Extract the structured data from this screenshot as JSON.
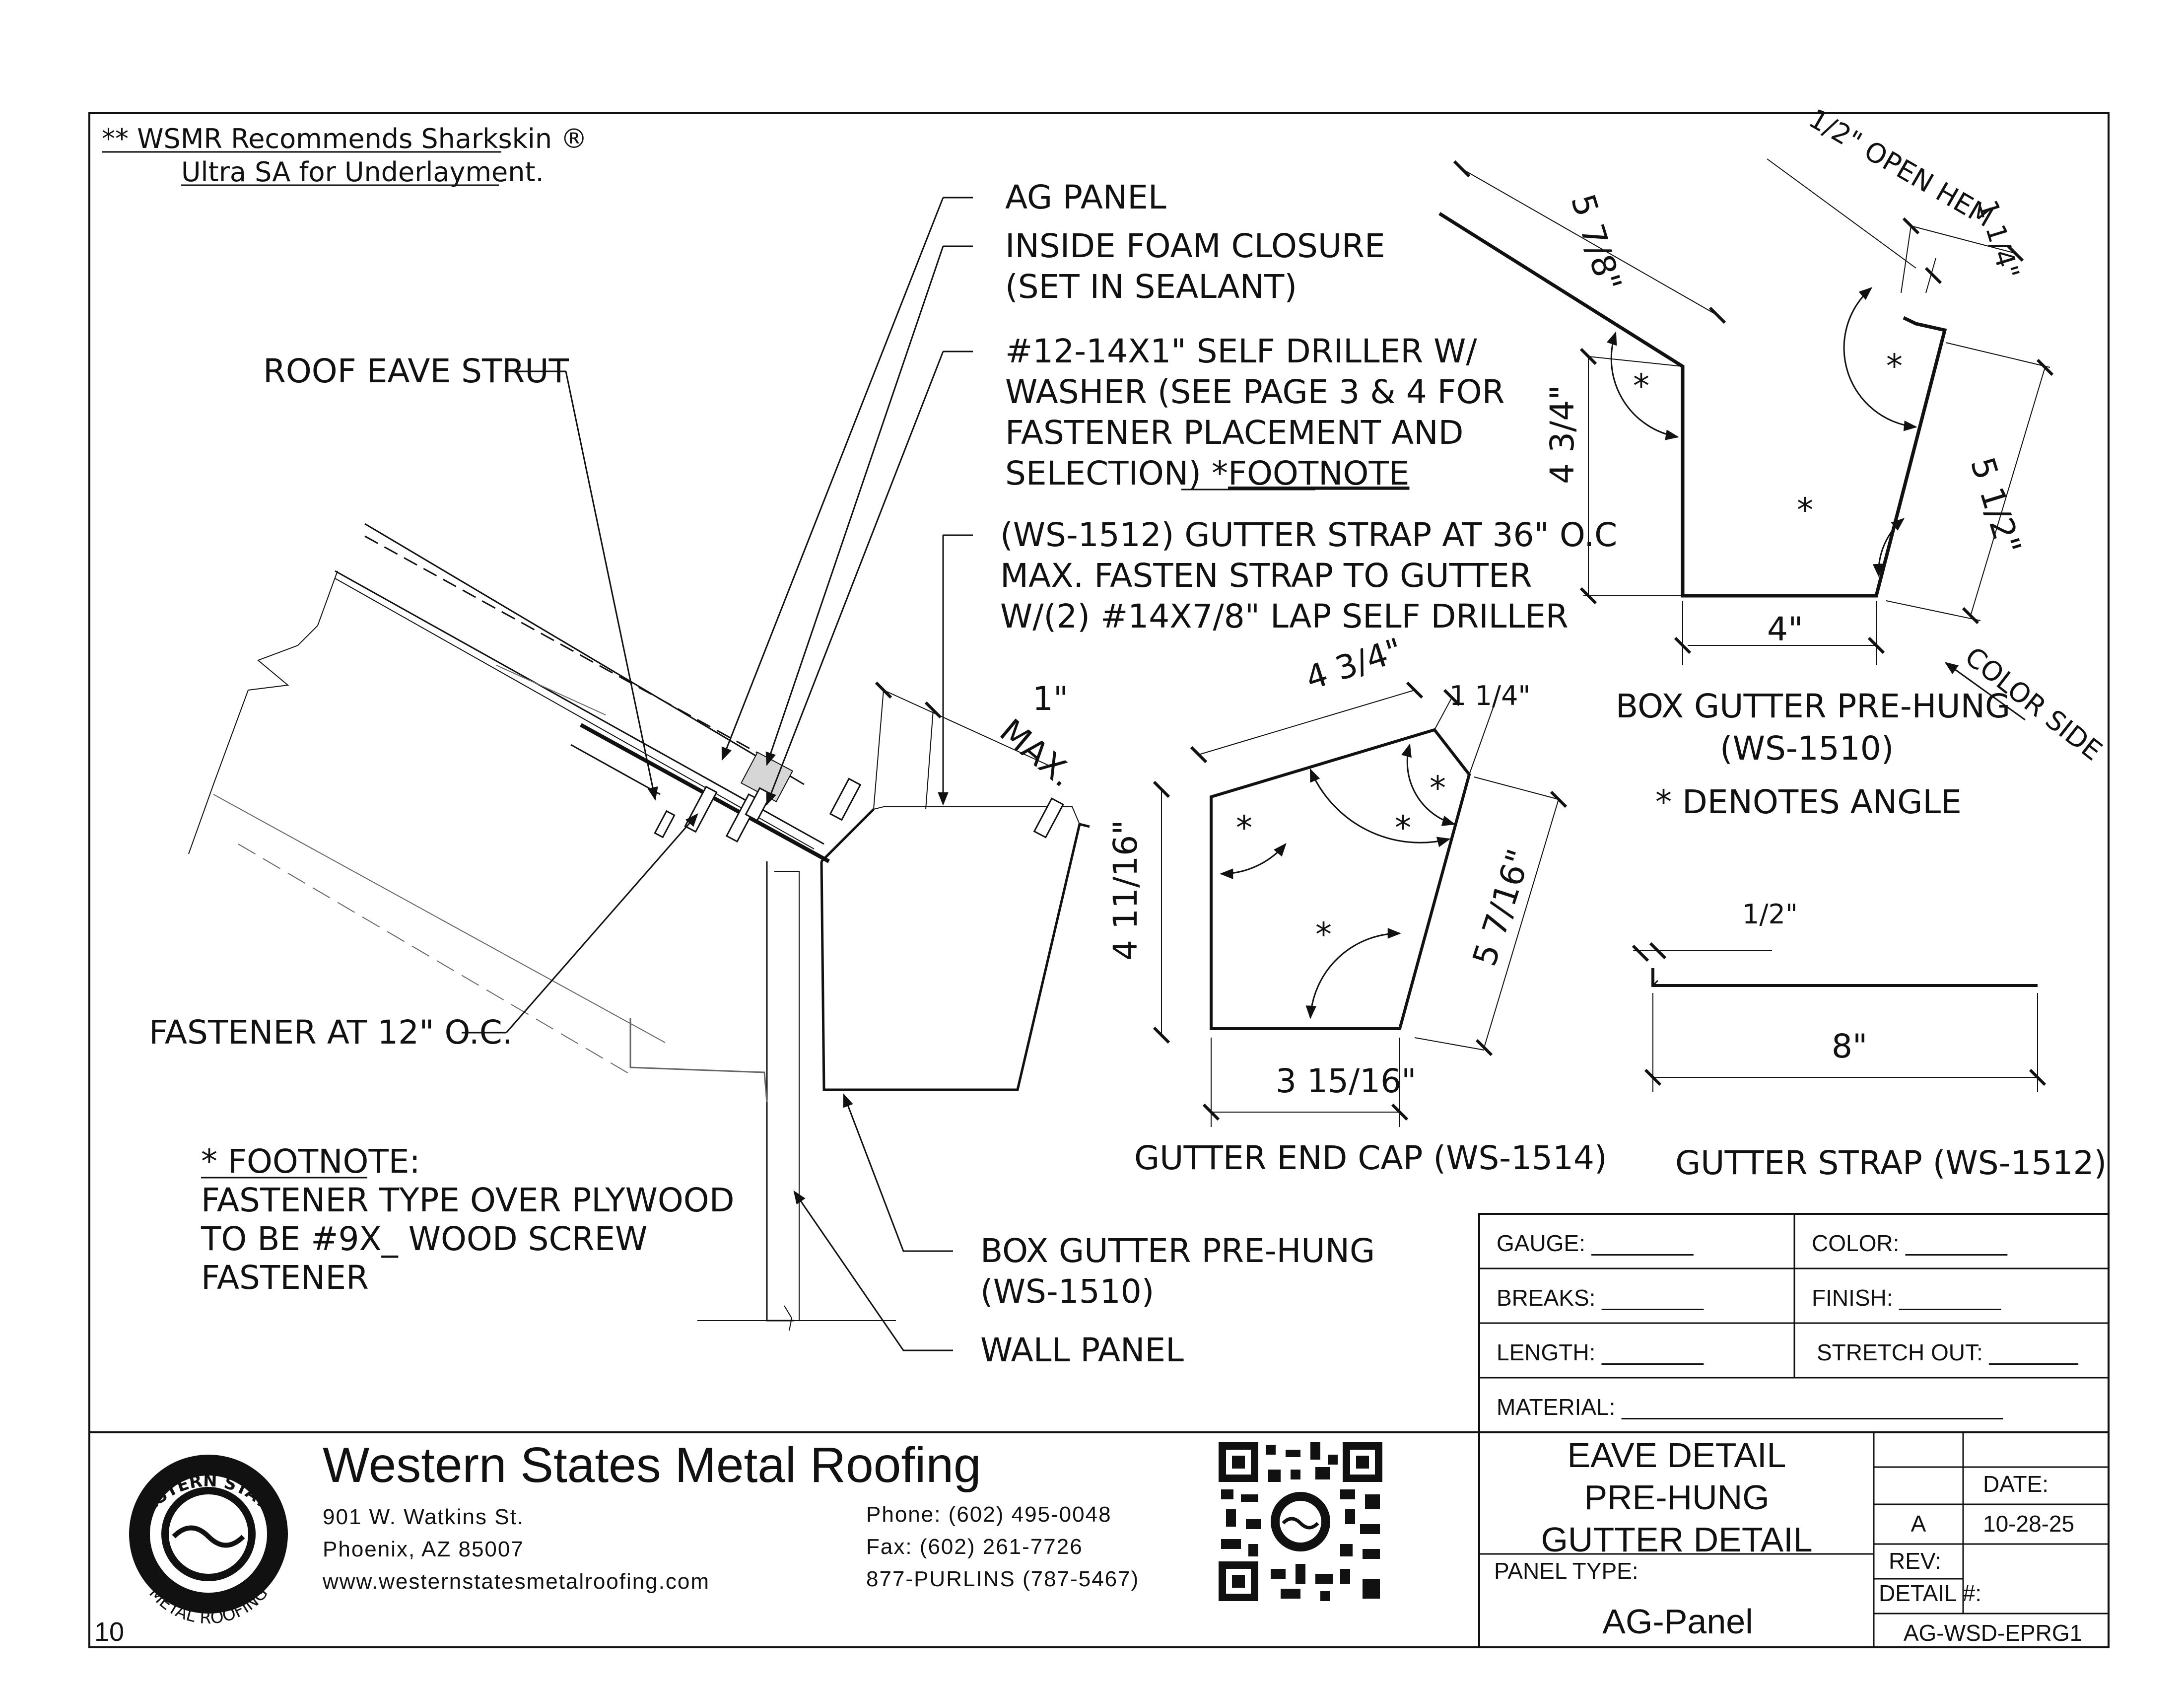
{
  "note": {
    "line1": "** WSMR Recommends Sharkskin ®",
    "line2": "Ultra SA for Underlayment."
  },
  "callouts": {
    "ag_panel": "AG PANEL",
    "foam_1": "INSIDE FOAM CLOSURE",
    "foam_2": "(SET IN SEALANT)",
    "driller_1": "#12-14X1\" SELF DRILLER W/",
    "driller_2": "WASHER (SEE PAGE 3 & 4 FOR",
    "driller_3": "FASTENER PLACEMENT AND",
    "driller_4": "SELECTION) *",
    "driller_4u": "FOOTNOTE",
    "strap_1": "(WS-1512) GUTTER STRAP AT 36\" O.C",
    "strap_2": "MAX. FASTEN STRAP TO GUTTER",
    "strap_3": "W/(2) #14X7/8\" LAP SELF DRILLER",
    "roof_strut": "ROOF EAVE STRUT",
    "fastener": "FASTENER AT 12\" O.C.",
    "box_gutter_1": "BOX GUTTER PRE-HUNG",
    "box_gutter_2": "(WS-1510)",
    "wall_panel": "WALL PANEL",
    "one_inch": "1\"",
    "max": "MAX."
  },
  "footnote": {
    "title": "* FOOTNOTE:",
    "line1": "FASTENER TYPE OVER PLYWOOD",
    "line2": "TO BE #9X_ WOOD SCREW",
    "line3": "FASTENER"
  },
  "box_gutter_detail": {
    "dim_top": "5 7/8\"",
    "open_hem": "1/2\" OPEN HEM",
    "dim_hem": "1 1/4\"",
    "dim_left": "4 3/4\"",
    "dim_right": "5 1/2\"",
    "dim_bottom": "4\"",
    "color_side": "COLOR SIDE",
    "angle": "*",
    "title_1": "BOX GUTTER PRE-HUNG",
    "title_2": "(WS-1510)",
    "legend": "* DENOTES ANGLE"
  },
  "end_cap_detail": {
    "dim_top": "4 3/4\"",
    "dim_corner": "1 1/4\"",
    "dim_left": "4 11/16\"",
    "dim_right": "5 7/16\"",
    "dim_bottom": "3 15/16\"",
    "angle": "*",
    "title": "GUTTER END CAP (WS-1514)"
  },
  "strap_detail": {
    "dim_hook": "1/2\"",
    "dim_length": "8\"",
    "title": "GUTTER STRAP (WS-1512)"
  },
  "spec_table": {
    "gauge": "GAUGE: ________",
    "color": "COLOR: ________",
    "breaks": "BREAKS: ________",
    "finish": "FINISH: ________",
    "length": "LENGTH: ________",
    "stretch_out": "STRETCH OUT: _______",
    "material": "MATERIAL: ______________________________"
  },
  "company": {
    "name": "Western States Metal Roofing",
    "street": "901 W. Watkins St.",
    "city": "Phoenix, AZ 85007",
    "web": "www.westernstatesmetalroofing.com",
    "phone": "Phone: (602) 495-0048",
    "fax": "Fax: (602) 261-7726",
    "tollfree": "877-PURLINS (787-5467)",
    "logo_top": "WESTERN STATES",
    "logo_bottom": "METAL ROOFING"
  },
  "title_block": {
    "title_1": "EAVE DETAIL",
    "title_2": "PRE-HUNG",
    "title_3": "GUTTER DETAIL",
    "panel_type_label": "PANEL TYPE:",
    "panel_type": "AG-Panel",
    "date_label": "DATE:",
    "rev": "A",
    "date": "10-28-25",
    "rev_label": "REV:",
    "detail_label": "DETAIL #:",
    "detail": "AG-WSD-EPRG1"
  },
  "page_number": "10"
}
